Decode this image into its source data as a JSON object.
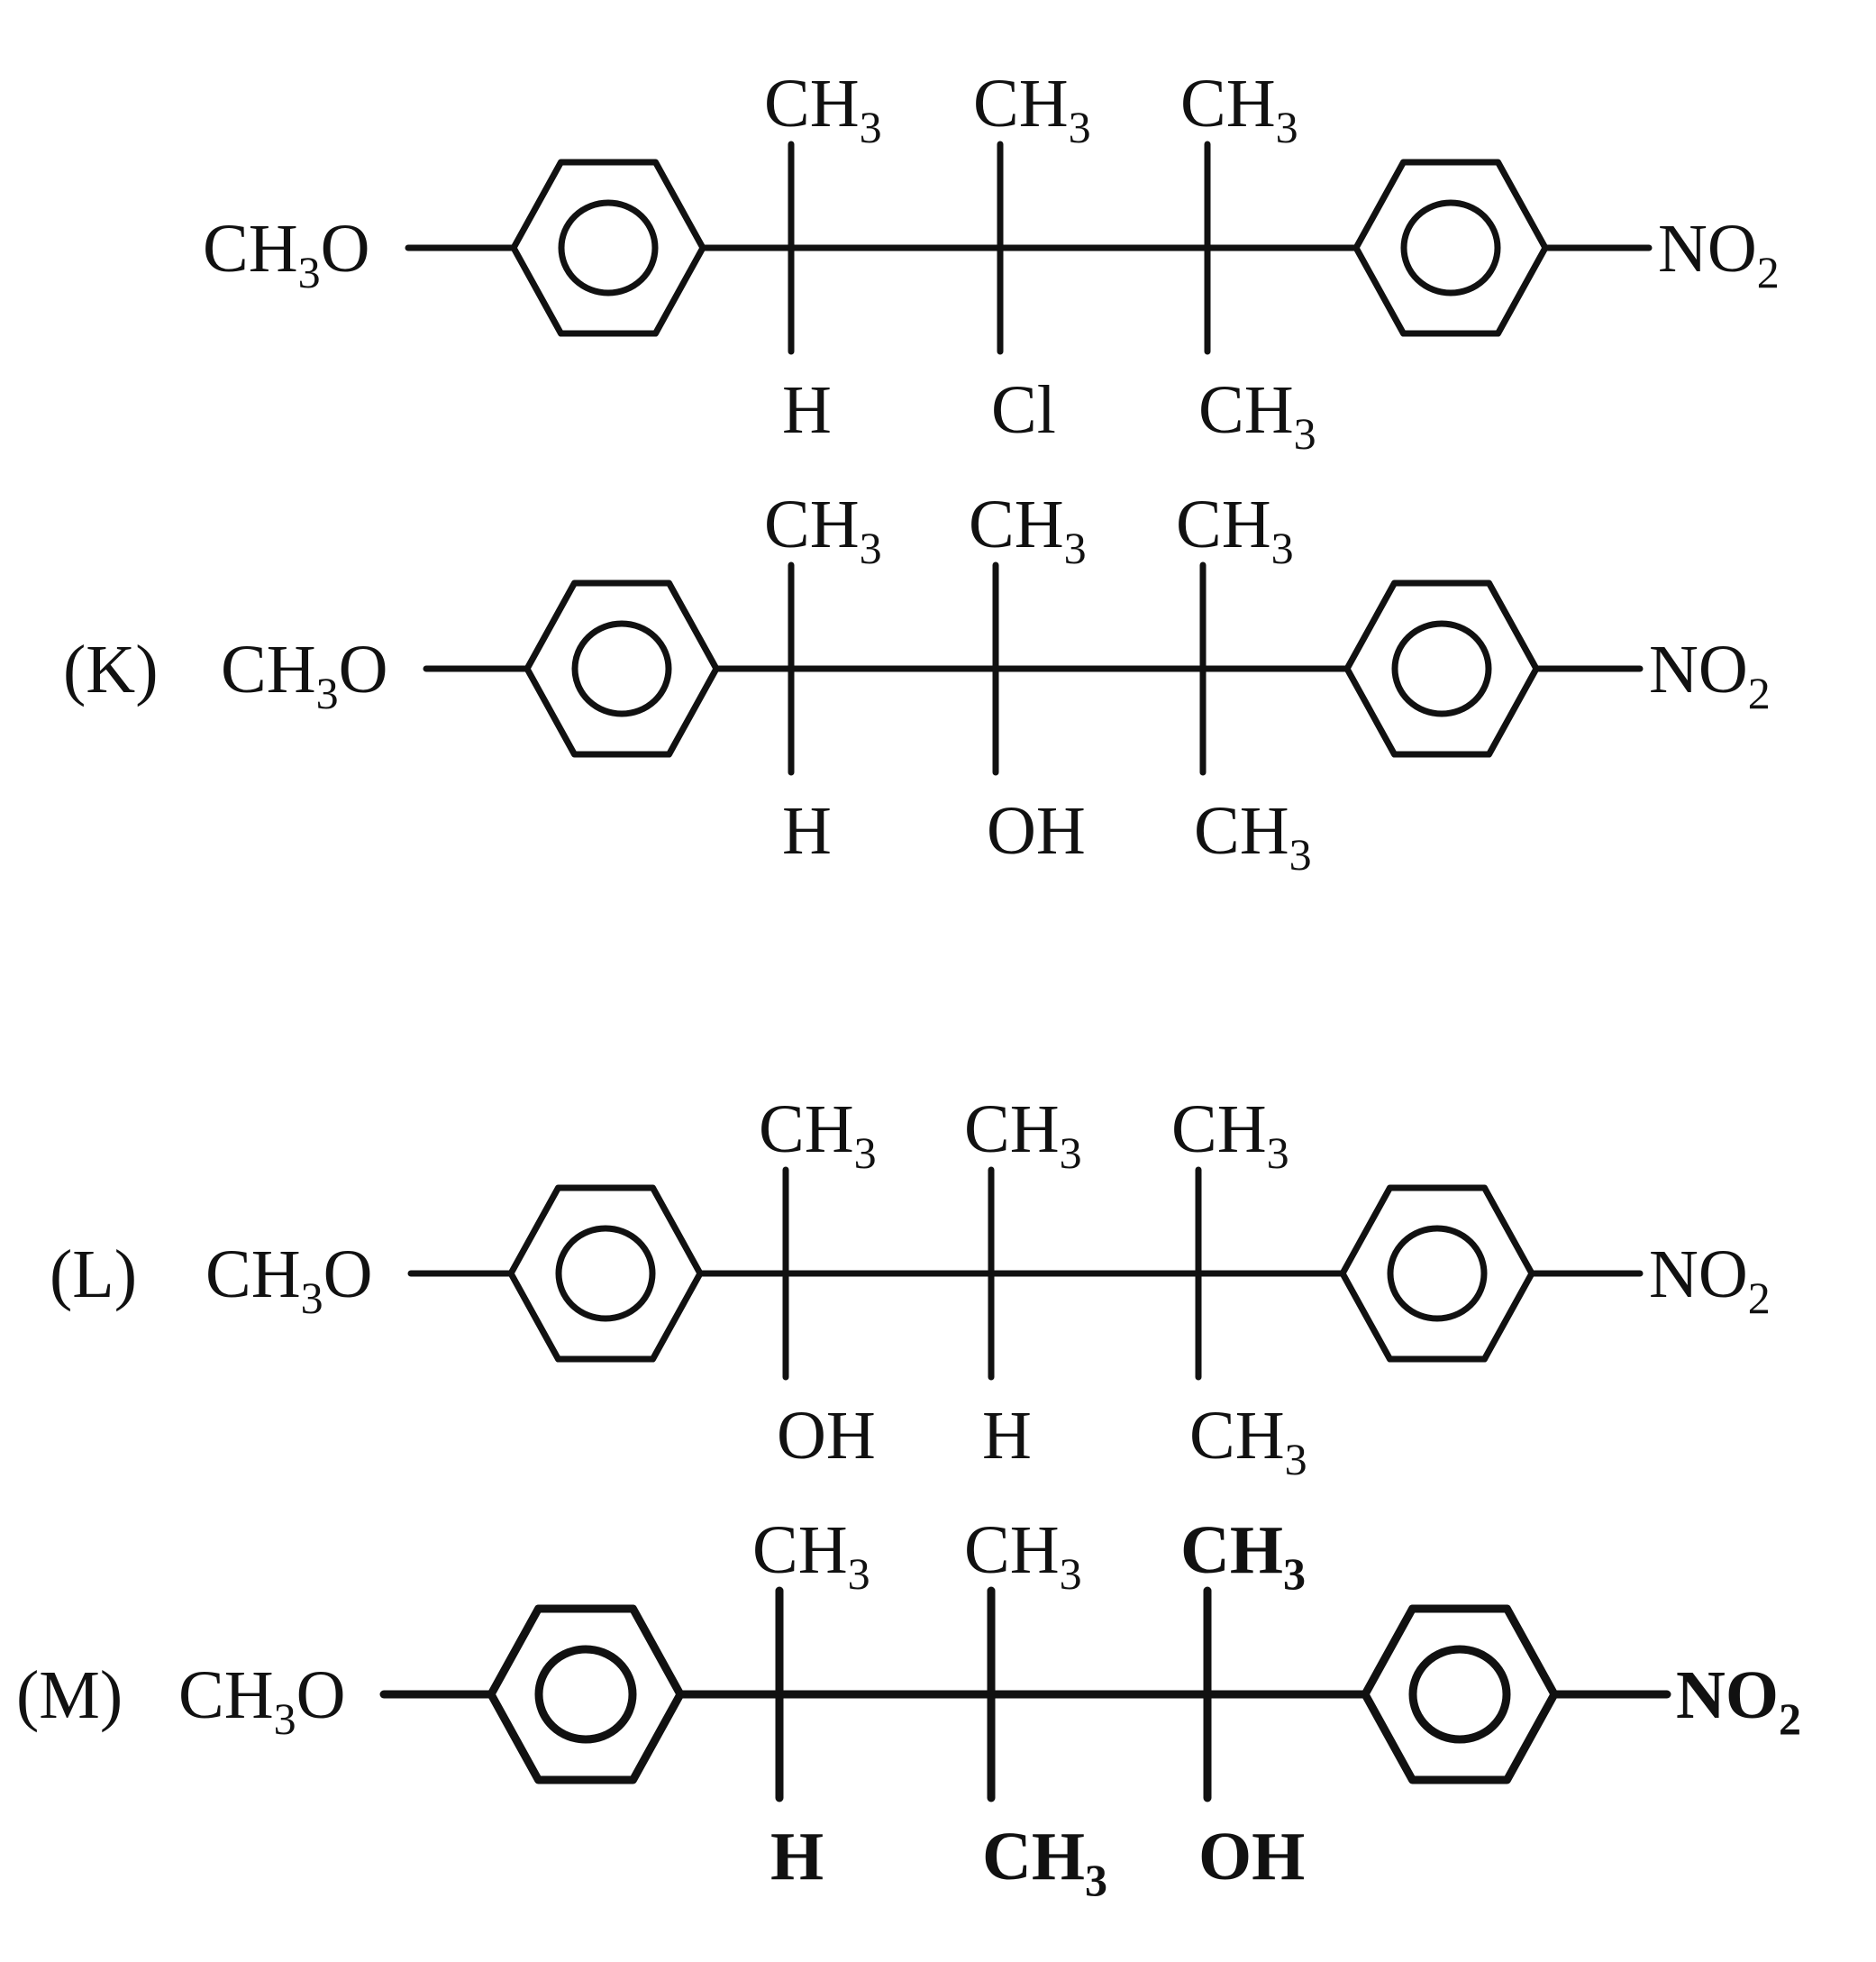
{
  "structures": [
    {
      "id": "top",
      "label": "",
      "left_group": {
        "main": "CH",
        "sub": "3",
        "tail": "O"
      },
      "right_group": {
        "main": "NO",
        "sub": "2"
      },
      "carbons": [
        {
          "above": {
            "main": "CH",
            "sub": "3"
          },
          "below": {
            "main": "H",
            "sub": ""
          }
        },
        {
          "above": {
            "main": "CH",
            "sub": "3"
          },
          "below": {
            "main": "Cl",
            "sub": ""
          }
        },
        {
          "above": {
            "main": "CH",
            "sub": "3"
          },
          "below": {
            "main": "CH",
            "sub": "3"
          }
        }
      ]
    },
    {
      "id": "K",
      "label": "(K)",
      "left_group": {
        "main": "CH",
        "sub": "3",
        "tail": "O"
      },
      "right_group": {
        "main": "NO",
        "sub": "2"
      },
      "carbons": [
        {
          "above": {
            "main": "CH",
            "sub": "3"
          },
          "below": {
            "main": "H",
            "sub": ""
          }
        },
        {
          "above": {
            "main": "CH",
            "sub": "3"
          },
          "below": {
            "main": "OH",
            "sub": ""
          }
        },
        {
          "above": {
            "main": "CH",
            "sub": "3"
          },
          "below": {
            "main": "CH",
            "sub": "3"
          }
        }
      ]
    },
    {
      "id": "L",
      "label": "(L)",
      "left_group": {
        "main": "CH",
        "sub": "3",
        "tail": "O"
      },
      "right_group": {
        "main": "NO",
        "sub": "2"
      },
      "carbons": [
        {
          "above": {
            "main": "CH",
            "sub": "3"
          },
          "below": {
            "main": "OH",
            "sub": ""
          }
        },
        {
          "above": {
            "main": "CH",
            "sub": "3"
          },
          "below": {
            "main": "H",
            "sub": ""
          }
        },
        {
          "above": {
            "main": "CH",
            "sub": "3"
          },
          "below": {
            "main": "CH",
            "sub": "3"
          }
        }
      ]
    },
    {
      "id": "M",
      "label": "(M)",
      "left_group": {
        "main": "CH",
        "sub": "3",
        "tail": "O"
      },
      "right_group": {
        "main": "NO",
        "sub": "2"
      },
      "carbons": [
        {
          "above": {
            "main": "CH",
            "sub": "3"
          },
          "below": {
            "main": "H",
            "sub": ""
          }
        },
        {
          "above": {
            "main": "CH",
            "sub": "3"
          },
          "below": {
            "main": "CH",
            "sub": "3"
          }
        },
        {
          "above": {
            "main": "CH",
            "sub": "3"
          },
          "below": {
            "main": "OH",
            "sub": ""
          }
        }
      ]
    }
  ],
  "line_color": "#111111"
}
